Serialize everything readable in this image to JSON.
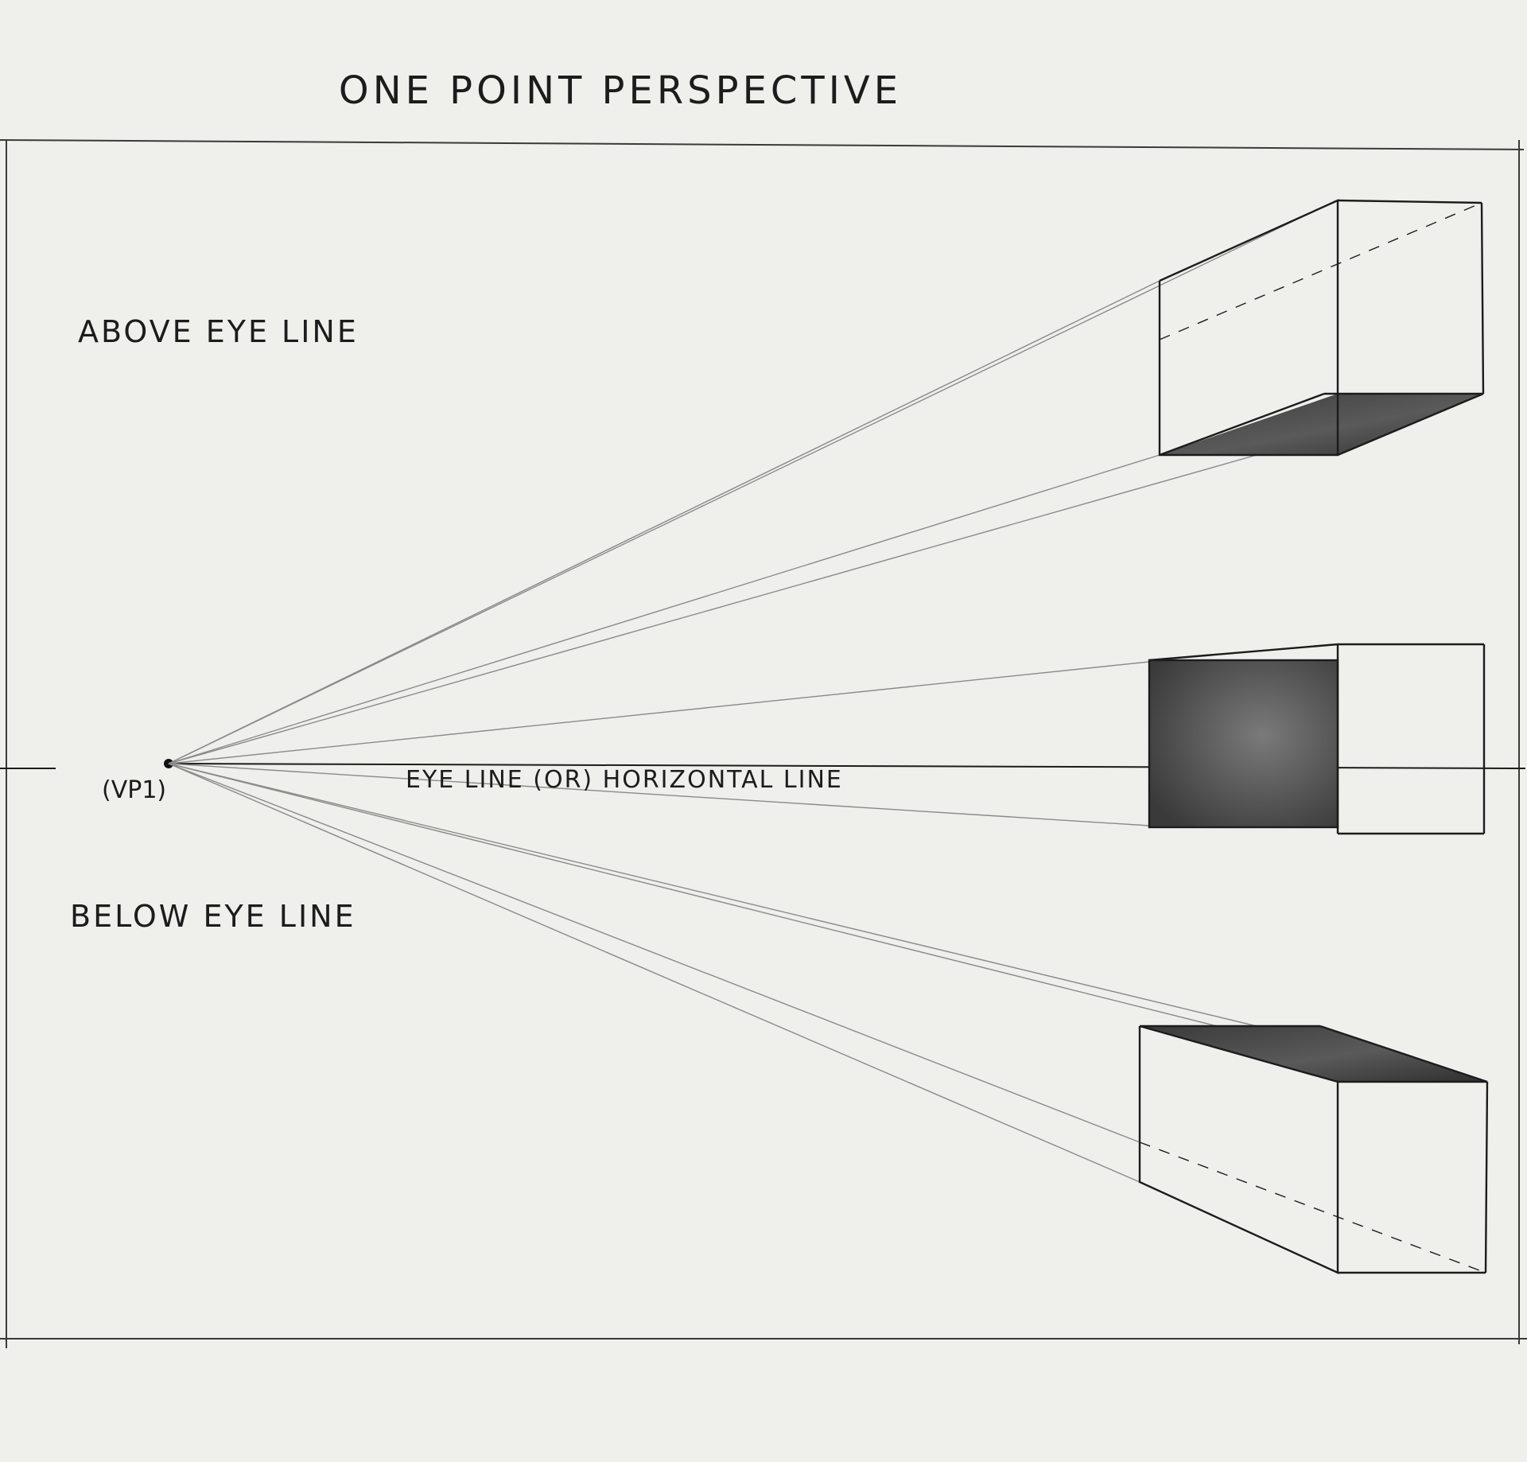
{
  "title": "ONE POINT PERSPECTIVE",
  "labels": {
    "above": "ABOVE EYE LINE",
    "below": "BELOW EYE LINE",
    "eyeline": "EYE LINE (OR) HORIZONTAL LINE",
    "vanishing_point": "(VP1)"
  },
  "colors": {
    "paper": "#efefec",
    "ink": "#1c1c1c",
    "pencil": "#8a8a8a",
    "shade": "#4a4a4a"
  }
}
